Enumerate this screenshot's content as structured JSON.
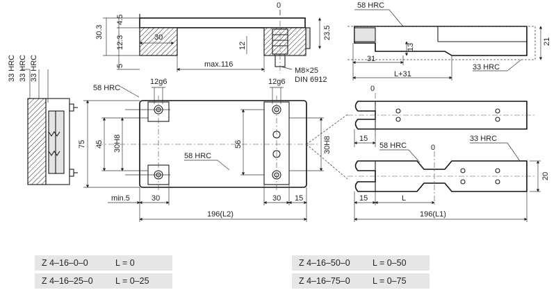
{
  "hardness": {
    "hrc58_top": "58 HRC",
    "hrc58_left": "58 HRC",
    "hrc58_mid": "58 HRC",
    "hrc58_right": "58 HRC",
    "hrc33_right_top": "33 HRC",
    "hrc33_right_bottom": "33 HRC",
    "hrc33_vertical": [
      "33 HRC",
      "33 HRC",
      "33 HRC"
    ]
  },
  "dimensions": {
    "d_0_top": "0",
    "d_30_3": "30.3",
    "d_4_5": "4.5",
    "d_12_3": "12.3",
    "d_5": "5",
    "d_30_top": "30",
    "d_12_top": "12",
    "d_23_5": "23.5",
    "d_max116": "max.116",
    "screw": "M8×25",
    "din": "DIN 6912",
    "d_13": "13",
    "d_21": "21",
    "d_31": "31",
    "d_l31": "L+31",
    "d_12g6_a": "12g6",
    "d_12g6_b": "12g6",
    "d_75": "75",
    "d_45": "45",
    "d_30h8_a": "30H8",
    "d_56": "56",
    "d_30h8_b": "30H8",
    "d_min5": "min.5",
    "d_30_l": "30",
    "d_30_r": "30",
    "d_15_a": "15",
    "d_196_l2": "196(L2)",
    "d_0_b1": "0",
    "d_15_b1": "15",
    "d_0_b2": "0",
    "d_20": "20",
    "d_15_b2": "15",
    "d_L": "L",
    "d_196_l1": "196(L1)"
  },
  "codes": [
    {
      "code": "Z 4–16–0–0",
      "length": "L = 0"
    },
    {
      "code": "Z 4–16–25–0",
      "length": "L = 0–25"
    },
    {
      "code": "Z 4–16–50–0",
      "length": "L = 0–50"
    },
    {
      "code": "Z 4–16–75–0",
      "length": "L = 0–75"
    }
  ]
}
